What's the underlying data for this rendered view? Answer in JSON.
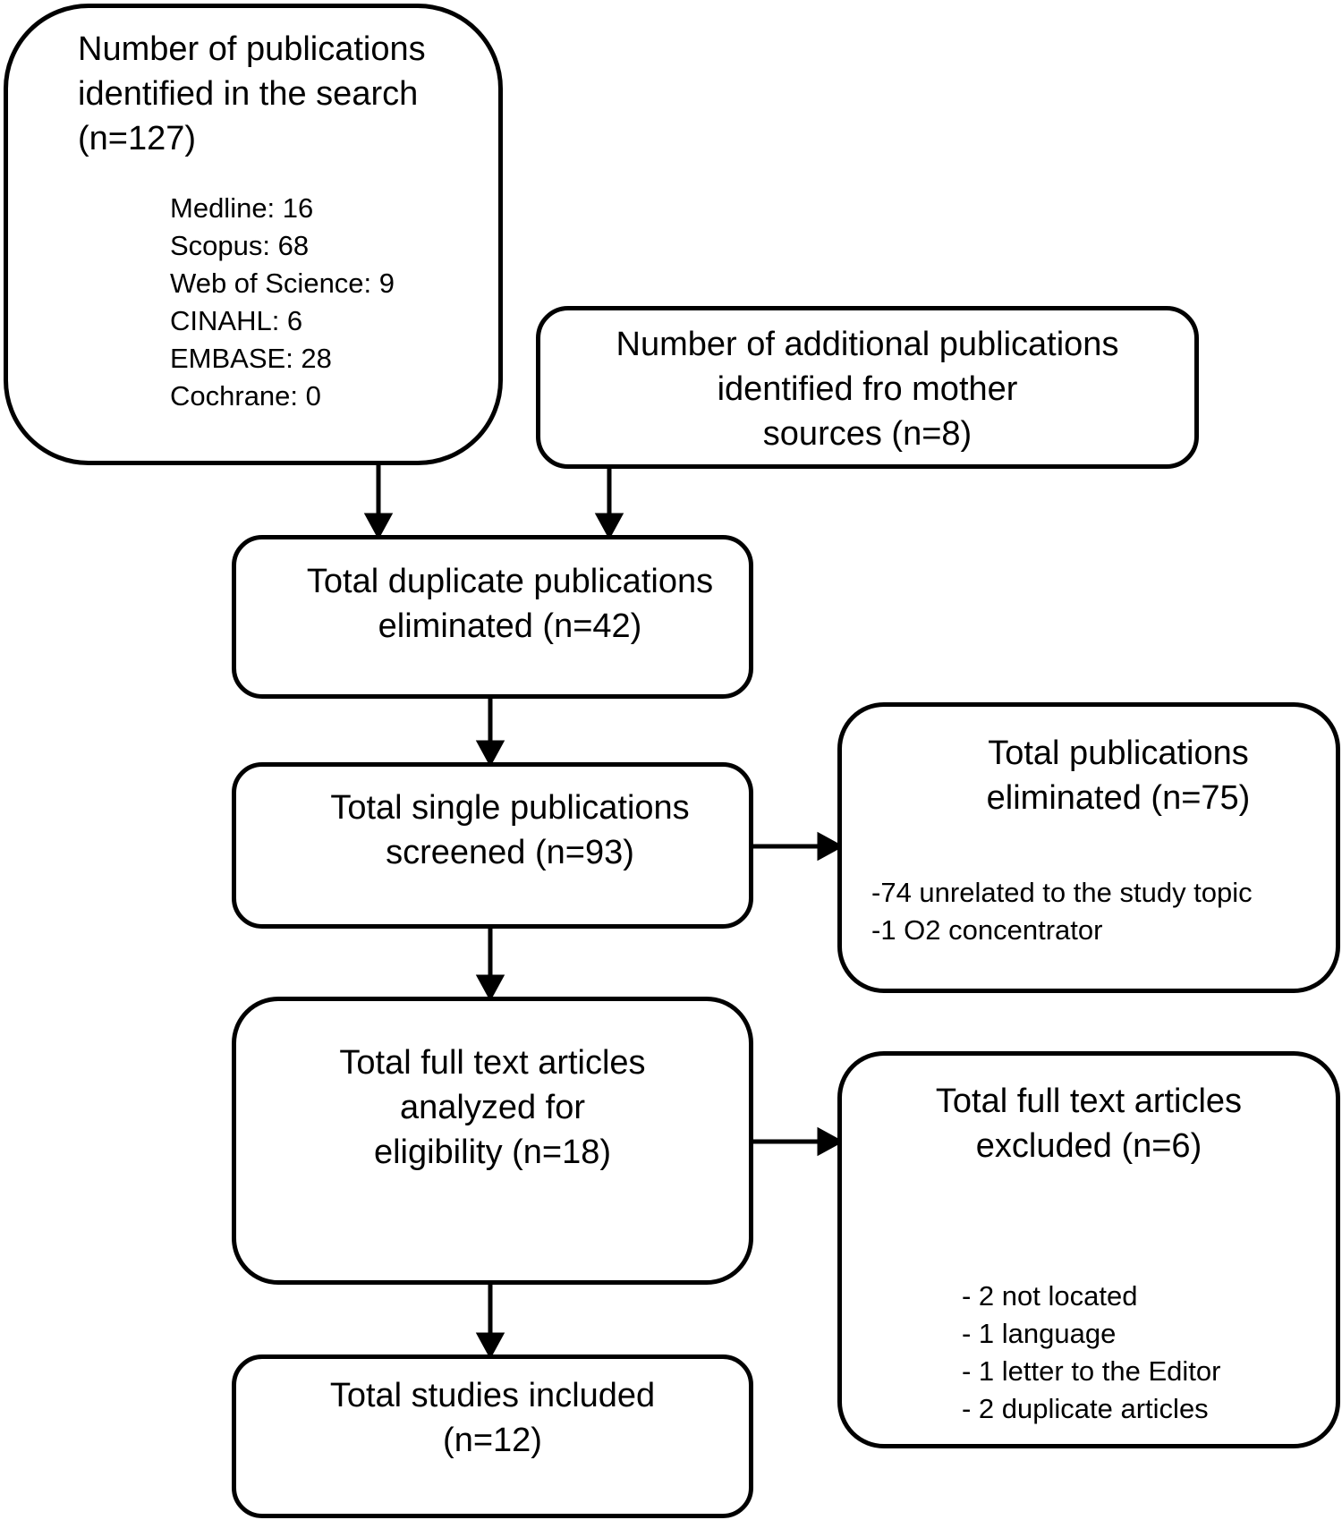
{
  "flowchart": {
    "search": {
      "title_lines": [
        "Number of publications",
        "identified in the search",
        "(n=127)"
      ],
      "sources": [
        "Medline: 16",
        "Scopus: 68",
        "Web of Science: 9",
        "CINAHL: 6",
        "EMBASE: 28",
        "Cochrane: 0"
      ]
    },
    "additional": {
      "lines": [
        "Number of additional publications",
        "identified fro mother",
        "sources (n=8)"
      ]
    },
    "duplicates": {
      "lines": [
        "Total duplicate publications",
        "eliminated (n=42)"
      ]
    },
    "screened": {
      "lines": [
        "Total single publications",
        "screened (n=93)"
      ]
    },
    "eliminated": {
      "title_lines": [
        "Total publications",
        "eliminated (n=75)"
      ],
      "reasons": [
        "-74 unrelated to the study topic",
        "-1 O2 concentrator"
      ]
    },
    "fulltext": {
      "lines": [
        "Total full text articles",
        "analyzed for",
        "eligibility (n=18)"
      ]
    },
    "excluded": {
      "title_lines": [
        "Total full text articles",
        "excluded (n=6)"
      ],
      "reasons": [
        "- 2 not located",
        "- 1 language",
        "- 1 letter to the Editor",
        "- 2 duplicate articles"
      ]
    },
    "included": {
      "lines": [
        "Total studies included",
        "(n=12)"
      ]
    }
  }
}
